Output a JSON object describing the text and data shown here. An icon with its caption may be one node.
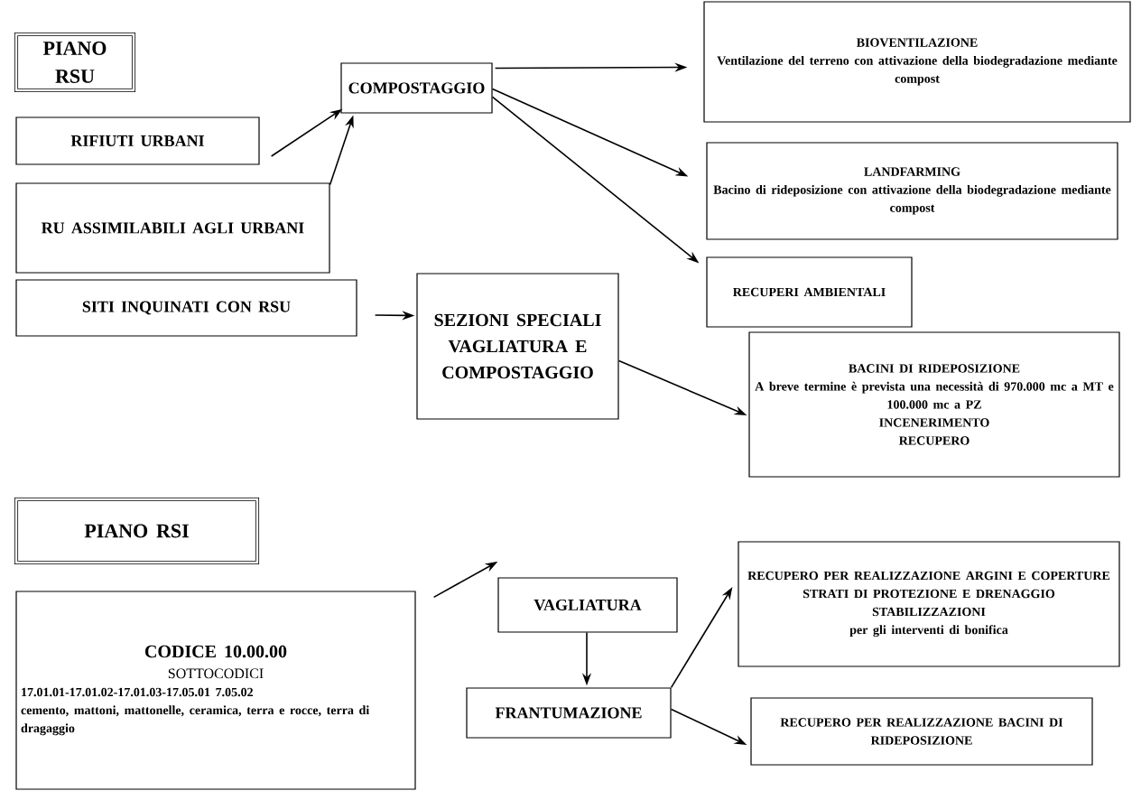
{
  "diagram": {
    "nodes": [
      {
        "text": [
          "PIANO RSU"
        ]
      },
      {
        "text": [
          "COMPOSTAGGIO"
        ]
      },
      {
        "text": [
          "RIFIUTI URBANI"
        ]
      },
      {
        "text": [
          "RU ASSIMILABILI AGLI URBANI"
        ]
      },
      {
        "text": [
          "BIOVENTILAZIONE",
          "Ventilazione del terreno con attivazione della biodegradazione mediante compost"
        ]
      },
      {
        "text": [
          "LANDFARMING",
          "Bacino di rideposizione con attivazione della biodegradazione mediante compost"
        ]
      },
      {
        "text": [
          "RECUPERI AMBIENTALI"
        ]
      },
      {
        "text": [
          "SITI INQUINATI CON RSU"
        ]
      },
      {
        "text": [
          "SEZIONI SPECIALI VAGLIATURA E COMPOSTAGGIO"
        ]
      },
      {
        "text": [
          "BACINI DI RIDEPOSIZIONE",
          "A breve termine è prevista una necessità di 970.000 mc a MT e 100.000 mc a PZ",
          "INCENERIMENTO",
          "RECUPERO"
        ]
      },
      {
        "text": [
          "PIANO RSI"
        ]
      },
      {
        "text": [
          "CODICE 10.00.00",
          "SOTTOCODICI",
          "17.01.01-17.01.02-17.01.03-17.05.01 7.05.02",
          "cemento, mattoni, mattonelle, ceramica, terra e rocce, terra di dragaggio"
        ]
      },
      {
        "text": [
          "VAGLIATURA"
        ]
      },
      {
        "text": [
          "FRANTUMAZIONE"
        ]
      },
      {
        "text": [
          "RECUPERO PER REALIZZAZIONE ARGINI  E COPERTURE STRATI DI PROTEZIONE E DRENAGGIO",
          "STABILIZZAZIONI",
          "per gli interventi di bonifica"
        ]
      },
      {
        "text": [
          "RECUPERO PER REALIZZAZIONE BACINI DI RIDEPOSIZIONE"
        ]
      }
    ],
    "edges": [
      {
        "from": 2,
        "to": 1,
        "arrow": "to"
      },
      {
        "from": 3,
        "to": 1,
        "arrow": "to"
      },
      {
        "from": 1,
        "to": 4,
        "arrow": "to"
      },
      {
        "from": 1,
        "to": 5,
        "arrow": "to"
      },
      {
        "from": 1,
        "to": 6,
        "arrow": "to"
      },
      {
        "from": 7,
        "to": 8,
        "arrow": "to"
      },
      {
        "from": 8,
        "to": 9,
        "arrow": "to"
      },
      {
        "from": 11,
        "to": 12,
        "arrow": "to"
      },
      {
        "from": 12,
        "to": 13,
        "arrow": "to"
      },
      {
        "from": 13,
        "to": 14,
        "arrow": "to"
      },
      {
        "from": 13,
        "to": 15,
        "arrow": "to"
      }
    ]
  }
}
